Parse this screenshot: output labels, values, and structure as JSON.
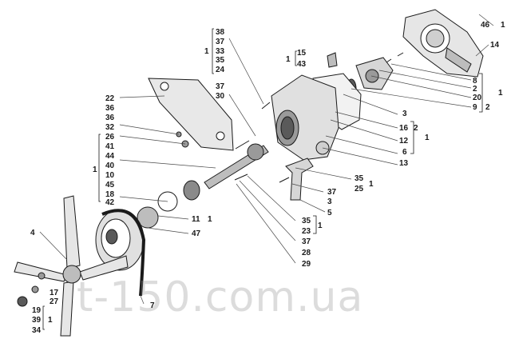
{
  "diagram": {
    "callouts": [
      {
        "id": "c46",
        "text": "46"
      },
      {
        "id": "c46g",
        "text": "1"
      },
      {
        "id": "c14",
        "text": "14"
      },
      {
        "id": "c15",
        "text": "15"
      },
      {
        "id": "c43",
        "text": "43"
      },
      {
        "id": "cg1543",
        "text": "1"
      },
      {
        "id": "c8",
        "text": "8"
      },
      {
        "id": "c2a",
        "text": "2"
      },
      {
        "id": "c20",
        "text": "20"
      },
      {
        "id": "c9",
        "text": "9"
      },
      {
        "id": "c2b",
        "text": "2"
      },
      {
        "id": "cg892",
        "text": "1"
      },
      {
        "id": "c38",
        "text": "38"
      },
      {
        "id": "c37a",
        "text": "37"
      },
      {
        "id": "c33",
        "text": "33"
      },
      {
        "id": "c35a",
        "text": "35"
      },
      {
        "id": "c24",
        "text": "24"
      },
      {
        "id": "cgtop",
        "text": "1"
      },
      {
        "id": "c37b",
        "text": "37"
      },
      {
        "id": "c30",
        "text": "30"
      },
      {
        "id": "c22",
        "text": "22"
      },
      {
        "id": "c36a",
        "text": "36"
      },
      {
        "id": "c36b",
        "text": "36"
      },
      {
        "id": "c32",
        "text": "32"
      },
      {
        "id": "c26",
        "text": "26"
      },
      {
        "id": "c41",
        "text": "41"
      },
      {
        "id": "c44",
        "text": "44"
      },
      {
        "id": "c40",
        "text": "40"
      },
      {
        "id": "c10",
        "text": "10"
      },
      {
        "id": "c45",
        "text": "45"
      },
      {
        "id": "c18",
        "text": "18"
      },
      {
        "id": "c42",
        "text": "42"
      },
      {
        "id": "cgleft",
        "text": "1"
      },
      {
        "id": "c3a",
        "text": "3"
      },
      {
        "id": "c16",
        "text": "16"
      },
      {
        "id": "c12",
        "text": "12"
      },
      {
        "id": "c6",
        "text": "6"
      },
      {
        "id": "c13",
        "text": "13"
      },
      {
        "id": "cg2",
        "text": "2"
      },
      {
        "id": "cg1r",
        "text": "1"
      },
      {
        "id": "c35b",
        "text": "35"
      },
      {
        "id": "c25",
        "text": "25"
      },
      {
        "id": "c37c",
        "text": "37"
      },
      {
        "id": "c3b",
        "text": "3"
      },
      {
        "id": "c5",
        "text": "5"
      },
      {
        "id": "cg1b",
        "text": "1"
      },
      {
        "id": "c11",
        "text": "11"
      },
      {
        "id": "c47",
        "text": "47"
      },
      {
        "id": "c11g",
        "text": "1"
      },
      {
        "id": "c35c",
        "text": "35"
      },
      {
        "id": "c23",
        "text": "23"
      },
      {
        "id": "c37d",
        "text": "37"
      },
      {
        "id": "c28",
        "text": "28"
      },
      {
        "id": "c29",
        "text": "29"
      },
      {
        "id": "cg1c",
        "text": "1"
      },
      {
        "id": "c4",
        "text": "4"
      },
      {
        "id": "c7",
        "text": "7"
      },
      {
        "id": "c17",
        "text": "17"
      },
      {
        "id": "c27",
        "text": "27"
      },
      {
        "id": "c19",
        "text": "19"
      },
      {
        "id": "c39",
        "text": "39"
      },
      {
        "id": "c34",
        "text": "34"
      },
      {
        "id": "cg1d",
        "text": "1"
      }
    ]
  },
  "watermark": "t-150.com.ua"
}
